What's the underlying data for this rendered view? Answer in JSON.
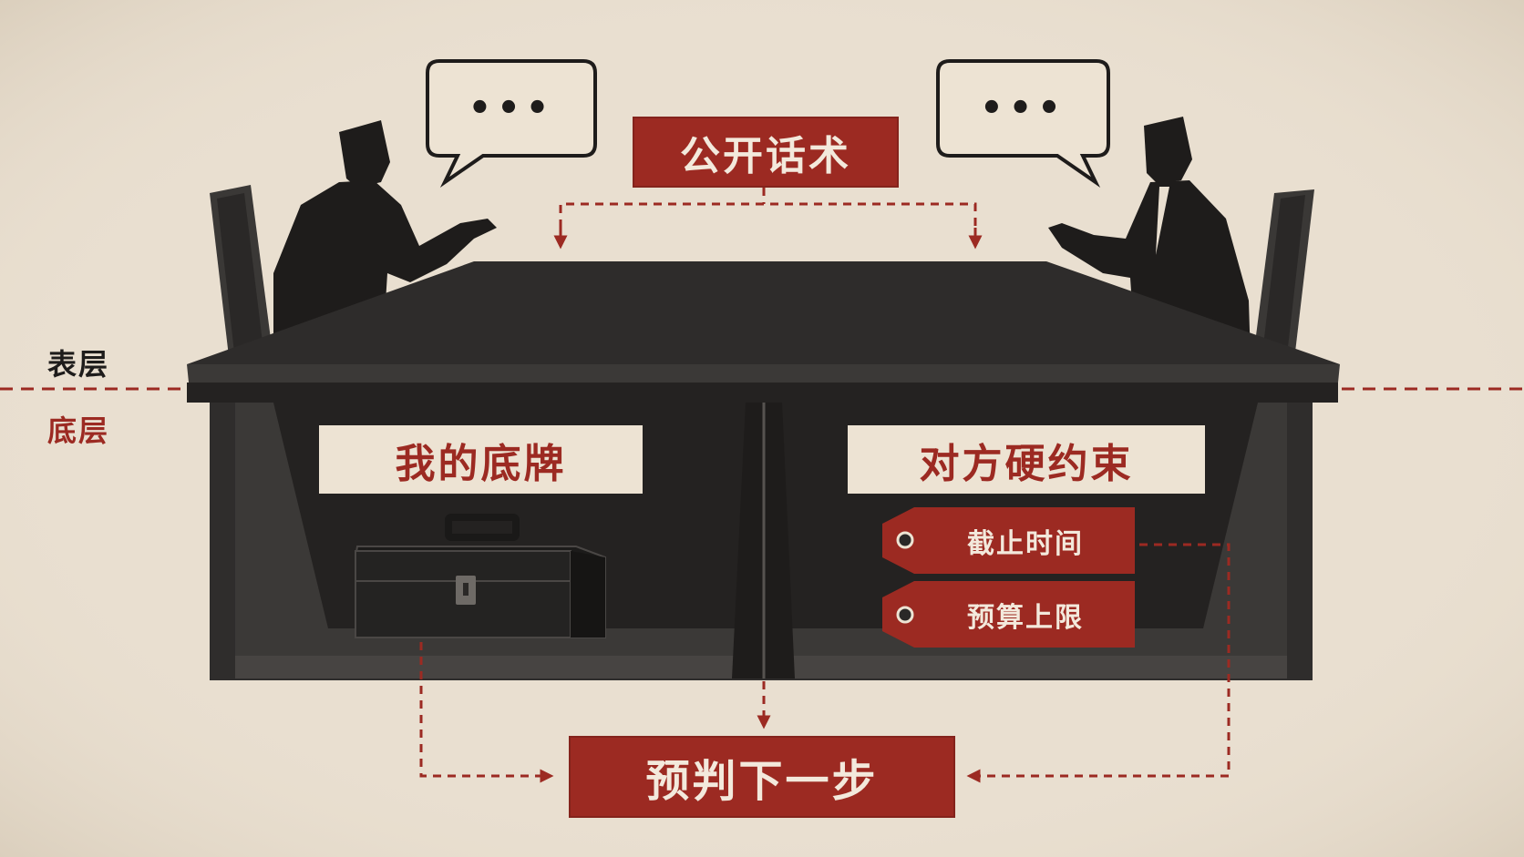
{
  "labels": {
    "surface_talk": "公开话术",
    "surface_layer": "表层",
    "bottom_layer": "底层",
    "my_card": "我的底牌",
    "their_constraints": "对方硬约束",
    "deadline": "截止时间",
    "budget_cap": "预算上限",
    "predict_next": "预判下一步"
  },
  "speech_bubble_text": "•••",
  "colors": {
    "paper": "#e9dfd0",
    "ink": "#1e1c1b",
    "accent_red": "#9c2a22",
    "cream": "#ede3d3"
  }
}
